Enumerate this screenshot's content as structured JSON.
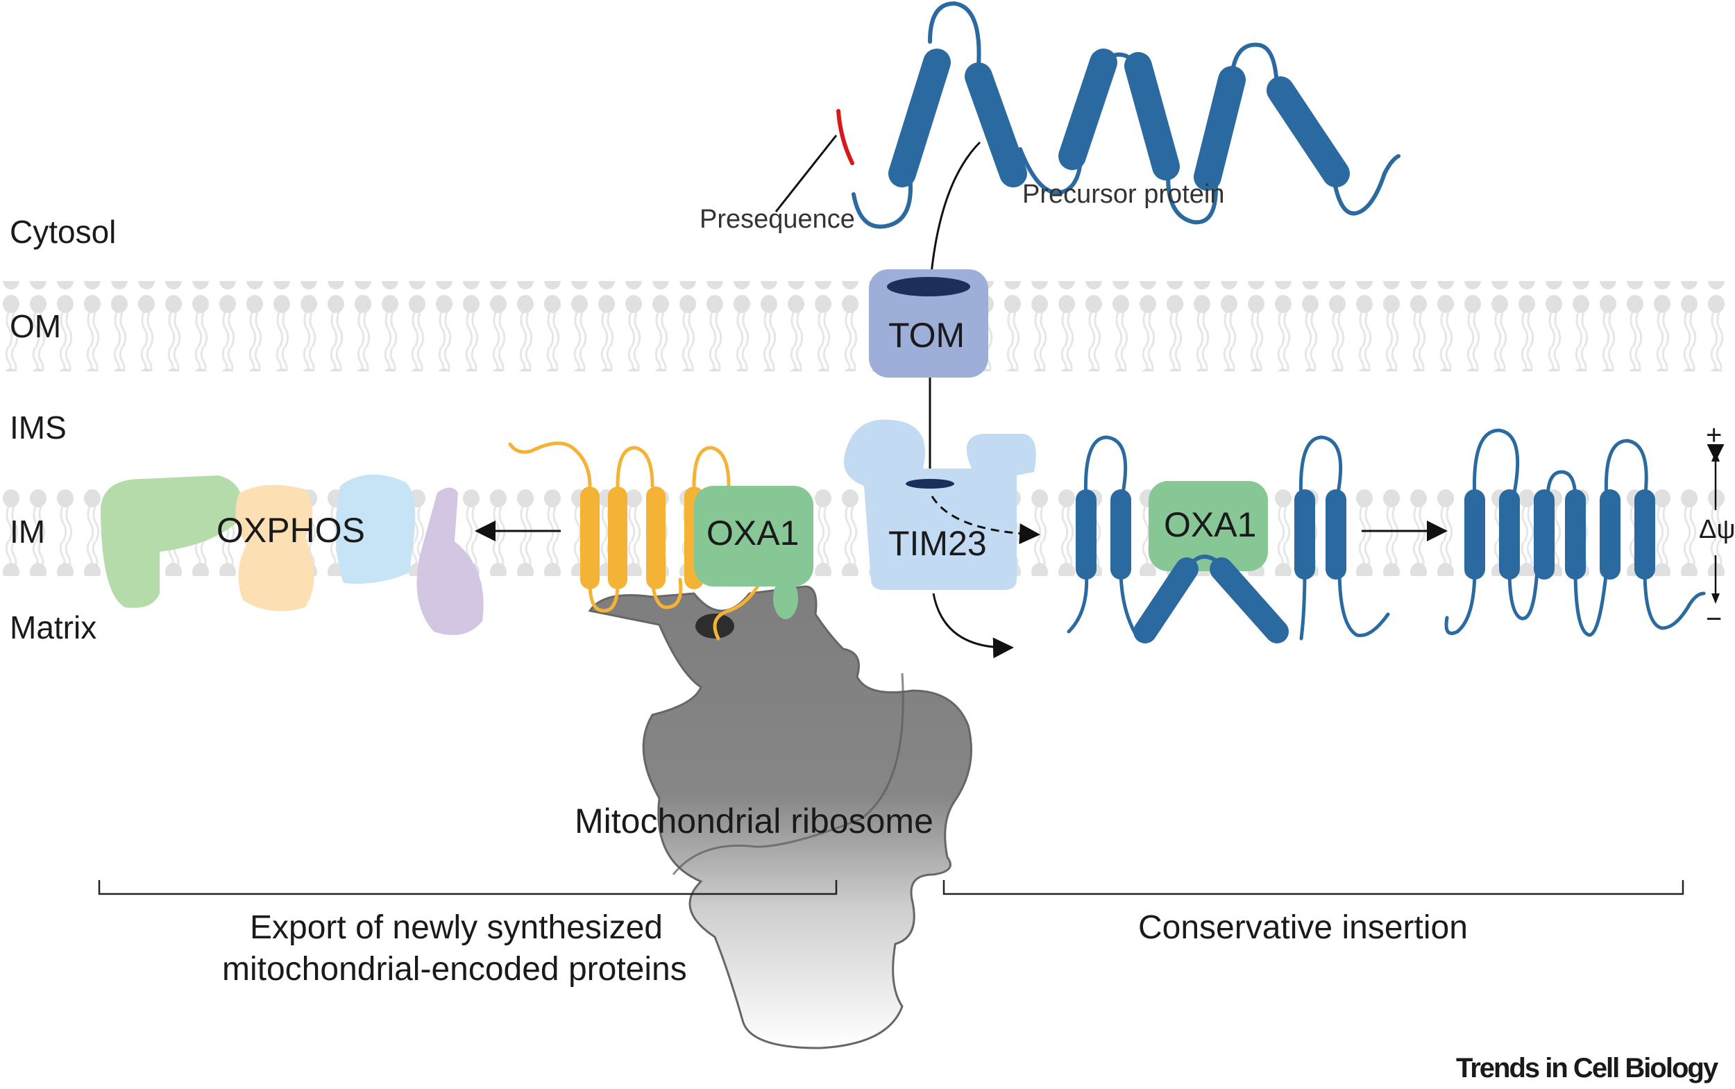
{
  "figure": {
    "regions": [
      "Cytosol",
      "OM",
      "IMS",
      "IM",
      "Matrix"
    ],
    "labels": {
      "presequence": "Presequence",
      "precursor_protein": "Precursor protein",
      "tom": "TOM",
      "tim23": "TIM23",
      "oxphos": "OXPHOS",
      "oxa1_left": "OXA1",
      "oxa1_right": "OXA1",
      "ribosome": "Mitochondrial ribosome",
      "membrane_potential": "Δψ",
      "potential_plus": "+",
      "potential_minus": "−"
    },
    "captions": {
      "export_line1": "Export of newly synthesized",
      "export_line2": "mitochondrial-encoded proteins",
      "conservative": "Conservative insertion"
    },
    "brand": "Trends in Cell Biology",
    "colors": {
      "precursor_blue": "#2b6aa0",
      "presequence_red": "#d7191c",
      "tom": "#9daed8",
      "tom_pore": "#1b2f5a",
      "tim23": "#c2dbf3",
      "oxa1": "#86c795",
      "nascent_orange": "#f5b335",
      "ribosome": "#808080",
      "lipid": "#e0e0e0",
      "oxphos_green": "#b5dbab",
      "oxphos_peach": "#fce0b4",
      "oxphos_blue": "#c6e4f5",
      "oxphos_purple": "#d3c6e3"
    }
  }
}
